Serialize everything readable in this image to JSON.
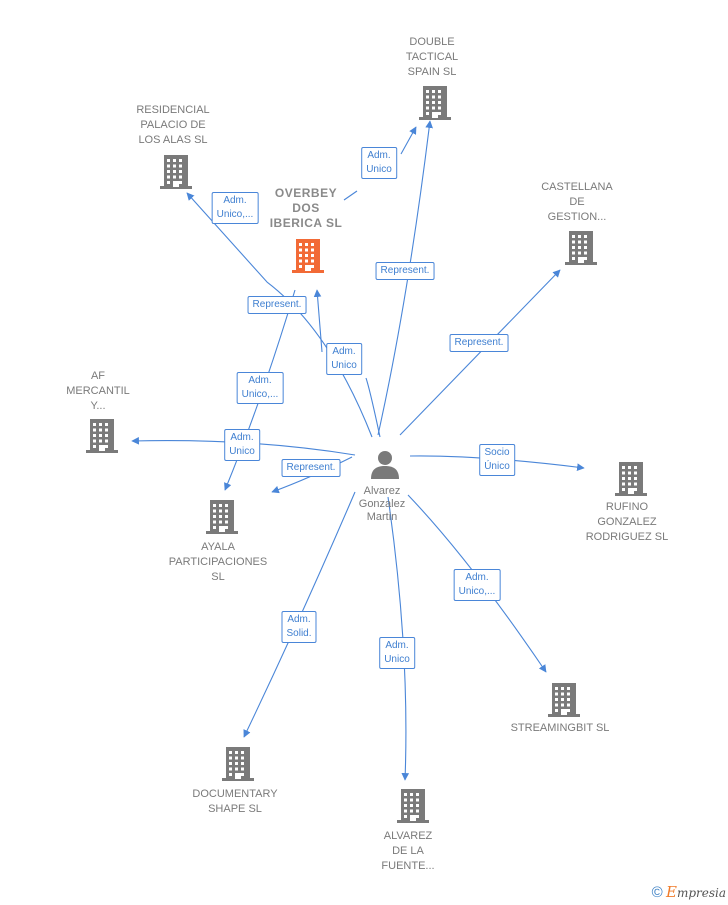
{
  "colors": {
    "edge": "#4a86d8",
    "building": "#7a7a7a",
    "highlight": "#f26a36"
  },
  "center": {
    "name": "Alvarez\nGonzalez\nMartin",
    "icon": "person-icon"
  },
  "companies": [
    {
      "id": "double",
      "name": "DOUBLE\nTACTICAL\nSPAIN SL"
    },
    {
      "id": "residencial",
      "name": "RESIDENCIAL\nPALACIO DE\nLOS ALAS SL"
    },
    {
      "id": "overbey",
      "name": "OVERBEY\nDOS\nIBERICA SL",
      "highlight": true
    },
    {
      "id": "castellana",
      "name": "CASTELLANA\nDE\nGESTION..."
    },
    {
      "id": "af",
      "name": "AF\nMERCANTIL\nY..."
    },
    {
      "id": "ayala",
      "name": "AYALA\nPARTICIPACIONES\nSL"
    },
    {
      "id": "rufino",
      "name": "RUFINO\nGONZALEZ\nRODRIGUEZ SL"
    },
    {
      "id": "streaming",
      "name": "STREAMINGBIT SL"
    },
    {
      "id": "documentary",
      "name": "DOCUMENTARY\nSHAPE SL"
    },
    {
      "id": "alvarez",
      "name": "ALVAREZ\nDE LA\nFUENTE..."
    }
  ],
  "relations": [
    {
      "target": "double",
      "label": "Adm.\nUnico"
    },
    {
      "target": "double",
      "label": "Represent."
    },
    {
      "target": "residencial",
      "label": "Adm.\nUnico,..."
    },
    {
      "target": "residencial",
      "label": "Represent."
    },
    {
      "target": "overbey",
      "label": "Adm.\nUnico"
    },
    {
      "target": "castellana",
      "label": "Represent."
    },
    {
      "target": "af",
      "label": "Adm.\nUnico"
    },
    {
      "target": "ayala",
      "label": "Adm.\nUnico,..."
    },
    {
      "target": "ayala",
      "label": "Represent."
    },
    {
      "target": "rufino",
      "label": "Socio\nÚnico"
    },
    {
      "target": "streaming",
      "label": "Adm.\nUnico,..."
    },
    {
      "target": "documentary",
      "label": "Adm.\nSolid."
    },
    {
      "target": "alvarez",
      "label": "Adm.\nUnico"
    }
  ],
  "footer": {
    "copyright": "©",
    "brand_initial": "E",
    "brand_rest": "mpresia"
  }
}
